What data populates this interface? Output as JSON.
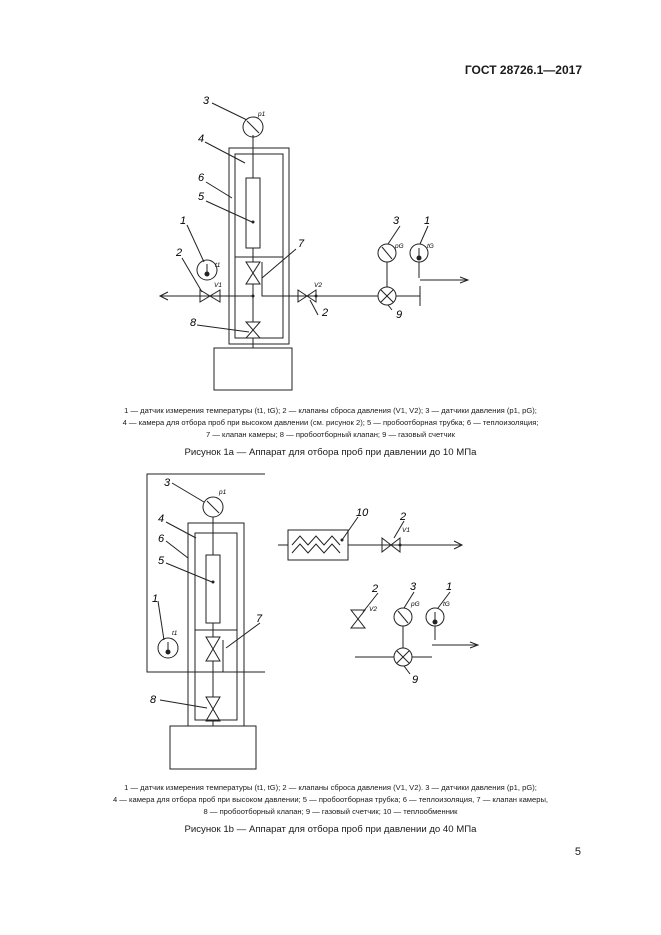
{
  "header": {
    "standard": "ГОСТ 28726.1—2017"
  },
  "figure_1a": {
    "labels": {
      "n1": "1",
      "n2": "2",
      "n2b": "2",
      "n3": "3",
      "n3b": "3",
      "n4": "4",
      "n5": "5",
      "n6": "6",
      "n7": "7",
      "n8": "8",
      "n9": "9",
      "n1b": "1",
      "p1": "p1",
      "pG": "pG",
      "t1": "t1",
      "tG": "tG",
      "V1": "V1",
      "V2": "V2"
    },
    "legend": [
      "1 — датчик измерения температуры (t1, tG); 2 — клапаны сброса давления (V1, V2); 3 — датчики давления (p1, pG);",
      "4 — камера для отбора проб при высоком давлении (см. рисунок 2); 5 — пробоотборная трубка; 6 — теплоизоляция;",
      "7 — клапан камеры; 8 — пробоотборный клапан; 9 — газовый счетчик"
    ],
    "caption": "Рисунок 1а — Аппарат для отбора проб при давлении до 10 МПа"
  },
  "figure_1b": {
    "labels": {
      "n1": "1",
      "n1b": "1",
      "n2": "2",
      "n2b": "2",
      "n3": "3",
      "n3b": "3",
      "n4": "4",
      "n5": "5",
      "n6": "6",
      "n7": "7",
      "n8": "8",
      "n9": "9",
      "n10": "10",
      "p1": "p1",
      "pG": "pG",
      "t1": "t1",
      "tG": "tG",
      "V1": "V1",
      "V2": "V2"
    },
    "legend": [
      "1 — датчик измерения температуры (t1, tG); 2 — клапаны сброса давления (V1, V2). 3 — датчики давления (p1, pG);",
      "4 — камера для отбора проб при высоком давлении; 5 — пробоотборная трубка; 6 — теплоизоляция, 7 — клапан камеры,",
      "8 — пробоотборный клапан; 9 — газовый счетчик; 10 — теплообменник"
    ],
    "caption": "Рисунок 1b — Аппарат для отбора проб при давлении до 40 МПа"
  },
  "footer": {
    "page_number": "5"
  }
}
